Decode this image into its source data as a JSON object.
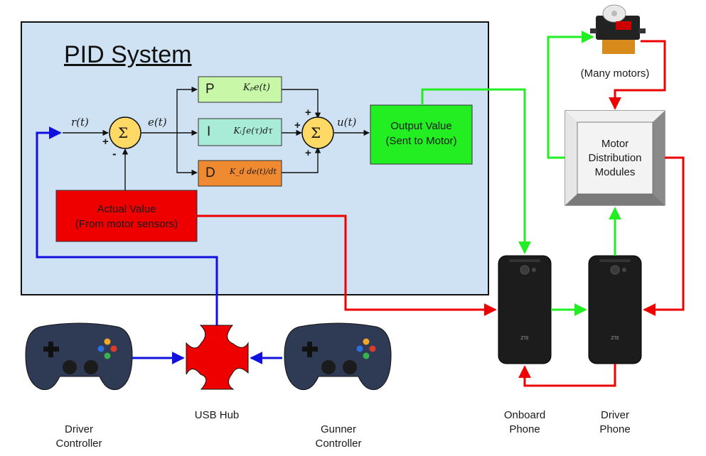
{
  "title": "PID System",
  "pid": {
    "ref_signal": "r(t)",
    "error_signal": "e(t)",
    "output_signal": "u(t)",
    "sum_symbol": "Σ",
    "sign_plus": "+",
    "sign_minus": "-",
    "p_block": {
      "letter": "P",
      "formula": "Kₚe(t)",
      "color": "#c8f7a8"
    },
    "i_block": {
      "letter": "I",
      "formula": "Kᵢ∫e(τ)dτ",
      "color": "#a8ecd8"
    },
    "d_block": {
      "letter": "D",
      "formula": "K_d de(t)/dt",
      "color": "#f08a30"
    }
  },
  "output_box": {
    "line1": "Output Value",
    "line2": "(Sent to Motor)",
    "color": "#22ee22"
  },
  "actual_box": {
    "line1": "Actual Value",
    "line2": "(From motor sensors)",
    "color": "#ee0000"
  },
  "motors": {
    "label": "(Many motors)"
  },
  "distribution": {
    "line1": "Motor",
    "line2": "Distribution",
    "line3": "Modules"
  },
  "usb_hub": {
    "label": "USB Hub",
    "color": "#ee0000"
  },
  "driver_controller": {
    "line1": "Driver",
    "line2": "Controller"
  },
  "gunner_controller": {
    "line1": "Gunner",
    "line2": "Controller"
  },
  "onboard_phone": {
    "line1": "Onboard",
    "line2": "Phone",
    "brand": "ZTE"
  },
  "driver_phone": {
    "line1": "Driver",
    "line2": "Phone",
    "brand": "ZTE"
  },
  "colors": {
    "panel": "#cfe2f3",
    "blue_wire": "#1010e0",
    "red_wire": "#ee0000",
    "green_wire": "#22ee22",
    "sum_node": "#ffd966"
  }
}
